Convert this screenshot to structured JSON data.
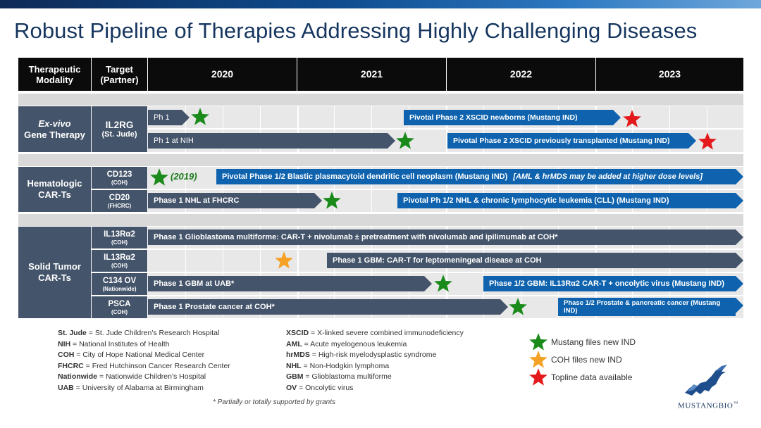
{
  "title": "Robust Pipeline of Therapies Addressing Highly Challenging Diseases",
  "header": {
    "col1": "Therapeutic Modality",
    "col2": "Target (Partner)",
    "years": [
      "2020",
      "2021",
      "2022",
      "2023"
    ]
  },
  "groups": [
    {
      "name_italic": "Ex-vivo",
      "name_rest": "Gene Therapy"
    },
    {
      "name": "Hematologic CAR-Ts"
    },
    {
      "name": "Solid Tumor CAR-Ts"
    }
  ],
  "targets": {
    "il2rg": {
      "name": "IL2RG",
      "partner": "(St. Jude)"
    },
    "cd123": {
      "name": "CD123",
      "partner": "(COH)"
    },
    "cd20": {
      "name": "CD20",
      "partner": "(FHCRC)"
    },
    "il13a": {
      "name": "IL13Rα2",
      "partner": "(COH)"
    },
    "il13b": {
      "name": "IL13Rα2",
      "partner": "(COH)"
    },
    "c134": {
      "name": "C134 OV",
      "partner": "(Nationwide)"
    },
    "psca": {
      "name": "PSCA",
      "partner": "(COH)"
    }
  },
  "bars": {
    "il2rg_ph1": "Ph 1",
    "il2rg_pivotal1": "Pivotal Phase 2 XSCID newborns (Mustang IND)",
    "il2rg_ph1nih": "Ph 1 at NIH",
    "il2rg_pivotal2": "Pivotal Phase 2 XSCID previously transplanted (Mustang IND)",
    "cd123_year": "(2019)",
    "cd123_pivotal": "Pivotal Phase 1/2 Blastic plasmacytoid dendritic cell neoplasm (Mustang IND)",
    "cd123_note": "[AML & hrMDS may be added at higher dose levels]",
    "cd20_ph1": "Phase 1 NHL at FHCRC",
    "cd20_pivotal": "Pivotal Ph 1/2 NHL & chronic lymphocytic leukemia (CLL) (Mustang IND)",
    "il13a_ph1": "Phase 1 Glioblastoma multiforme:  CAR-T  + nivolumab ± pretreatment with nivolumab and ipilimumab at COH*",
    "il13b_ph1": "Phase 1 GBM:  CAR-T  for leptomeningeal disease at COH",
    "c134_ph1": "Phase 1 GBM at UAB*",
    "c134_ph12": "Phase 1/2 GBM:  IL13Rα2 CAR-T  + oncolytic virus (Mustang IND)",
    "psca_ph1": "Phase 1 Prostate cancer at COH*",
    "psca_ph12": "Phase 1/2  Prostate & pancreatic cancer (Mustang IND)"
  },
  "abbreviations_left": [
    {
      "abbr": "St. Jude",
      "def": "= St. Jude Children's Research Hospital"
    },
    {
      "abbr": "NIH",
      "def": "= National Institutes of Health"
    },
    {
      "abbr": "COH",
      "def": "= City of Hope National Medical Center"
    },
    {
      "abbr": "FHCRC",
      "def": "= Fred Hutchinson Cancer Research Center"
    },
    {
      "abbr": "Nationwide",
      "def": "= Nationwide Children's Hospital"
    },
    {
      "abbr": "UAB",
      "def": "= University of Alabama at Birmingham"
    }
  ],
  "abbreviations_right": [
    {
      "abbr": "XSCID",
      "def": "= X-linked severe combined immunodeficiency"
    },
    {
      "abbr": "AML",
      "def": "= Acute myelogenous leukemia"
    },
    {
      "abbr": "hrMDS",
      "def": "= High-risk myelodysplastic syndrome"
    },
    {
      "abbr": "NHL",
      "def": "= Non-Hodgkin lymphoma"
    },
    {
      "abbr": "GBM",
      "def": "= Glioblastoma multiforme"
    },
    {
      "abbr": "OV",
      "def": "= Oncolytic virus"
    }
  ],
  "footnote": "* Partially or totally supported by grants",
  "star_key": [
    {
      "icon": "green-star",
      "color": "#1a8a1a",
      "label": "Mustang files new IND"
    },
    {
      "icon": "orange-star",
      "color": "#f4a125",
      "label": "COH files new IND"
    },
    {
      "icon": "red-star",
      "color": "#e3191b",
      "label": "Topline data available"
    }
  ],
  "logo": {
    "text": "MUSTANGBIO",
    "mark": "™"
  },
  "colors": {
    "header": "#0b0b0b",
    "slate": "#44546a",
    "blue": "#0f63ae",
    "title": "#16365f"
  }
}
